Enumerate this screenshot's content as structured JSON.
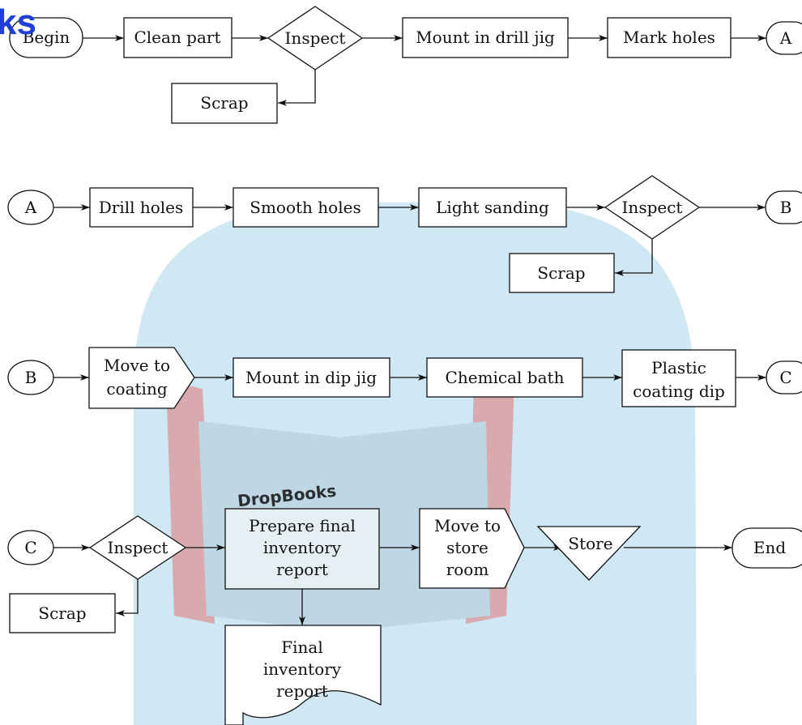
{
  "colors": {
    "ink": "#111111",
    "shape_fill": "#ffffff",
    "watermark_tint": "#cfe8f3",
    "watermark_band": "#d8a9ad",
    "watermark_book": "#bfd6e4",
    "logo_blue": "#1f3fd8"
  },
  "watermark": {
    "site_text": "DropBooks",
    "corner_logo": "ks"
  },
  "rows": [
    {
      "nodes": {
        "begin": "Begin",
        "clean": "Clean part",
        "inspect": "Inspect",
        "mount_drill": "Mount in drill jig",
        "mark_holes": "Mark holes",
        "connector_a": "A",
        "scrap": "Scrap"
      }
    },
    {
      "nodes": {
        "connector_a": "A",
        "drill": "Drill holes",
        "smooth": "Smooth holes",
        "sanding": "Light sanding",
        "inspect": "Inspect",
        "connector_b": "B",
        "scrap": "Scrap"
      }
    },
    {
      "nodes": {
        "connector_b": "B",
        "move_coating": [
          "Move to",
          "coating"
        ],
        "mount_dip": "Mount in dip jig",
        "chem_bath": "Chemical bath",
        "plastic_dip": [
          "Plastic",
          "coating dip"
        ],
        "connector_c": "C"
      }
    },
    {
      "nodes": {
        "connector_c": "C",
        "inspect": "Inspect",
        "prepare_report": [
          "Prepare final",
          "inventory",
          "report"
        ],
        "move_store": [
          "Move to",
          "store",
          "room"
        ],
        "store": "Store",
        "end": "End",
        "scrap": "Scrap",
        "final_report": [
          "Final",
          "inventory",
          "report"
        ]
      }
    }
  ]
}
